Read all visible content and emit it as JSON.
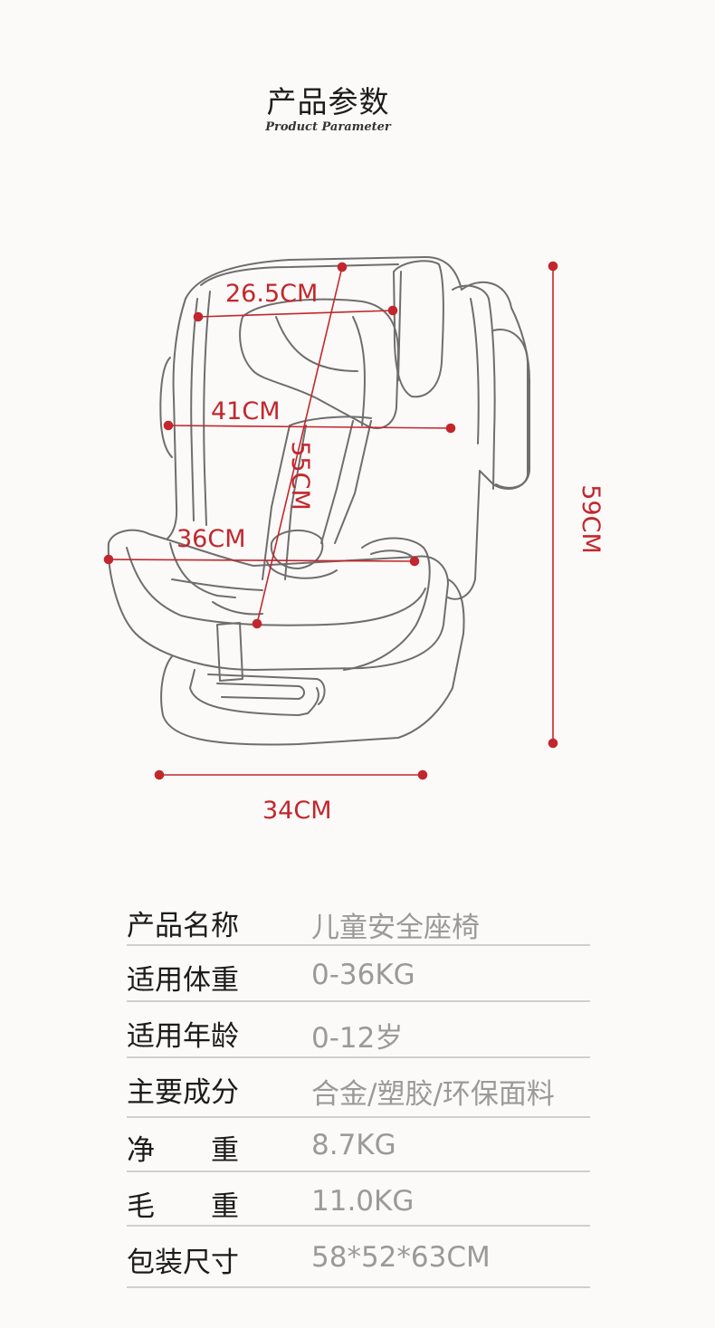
{
  "header": {
    "title": "产品参数",
    "subtitle": "Product Parameter"
  },
  "dimensions": {
    "headrest_width": "26.5CM",
    "shoulder_width": "41CM",
    "back_height": "55CM",
    "seat_width": "36CM",
    "total_height": "59CM",
    "base_width": "34CM"
  },
  "colors": {
    "accent": "#c2272d",
    "line_art": "#6e6e6e",
    "divider": "#cfcfcf",
    "background": "#fcfaf8"
  },
  "specs": [
    {
      "label": "产品名称",
      "value": "儿童安全座椅"
    },
    {
      "label": "适用体重",
      "value": "0-36KG"
    },
    {
      "label": "适用年龄",
      "value": "0-12岁"
    },
    {
      "label": "主要成分",
      "value": "合金/塑胶/环保面料"
    },
    {
      "label": "净　　重",
      "value": "8.7KG"
    },
    {
      "label": "毛　　重",
      "value": "11.0KG"
    },
    {
      "label": "包装尺寸",
      "value": "58*52*63CM"
    }
  ]
}
